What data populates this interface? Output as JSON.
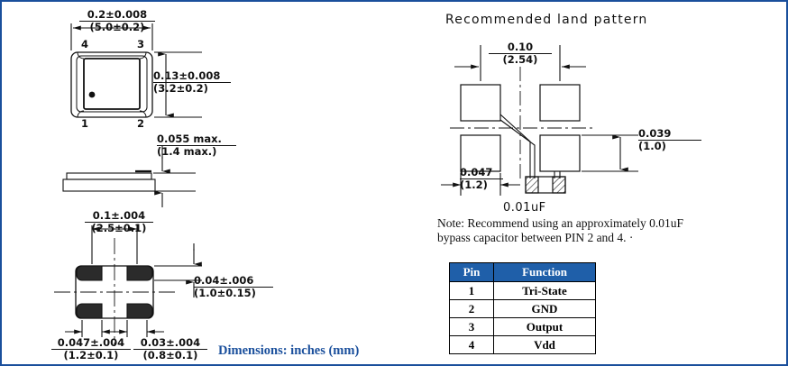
{
  "caption": {
    "dimensions_note": "Dimensions: inches (mm)",
    "accent_color": "#1a4f9c"
  },
  "package_top_view": {
    "width_inch": "0.2±0.008",
    "width_mm": "(5.0±0.2)",
    "height_inch": "0.13±0.008",
    "height_mm": "(3.2±0.2)",
    "pins": [
      "1",
      "2",
      "3",
      "4"
    ]
  },
  "package_side_view": {
    "thickness_inch": "0.055 max.",
    "thickness_mm": "(1.4 max.)"
  },
  "package_bottom_view": {
    "pad_pitch_inch": "0.1±.004",
    "pad_pitch_mm": "(2.5±0.1)",
    "pad_height_inch": "0.04±.006",
    "pad_height_mm": "(1.0±0.15)",
    "pad_a_inch": "0.047±.004",
    "pad_a_mm": "(1.2±0.1)",
    "pad_b_inch": "0.03±.004",
    "pad_b_mm": "(0.8±0.1)"
  },
  "land_pattern": {
    "title": "Recommended land pattern",
    "pitch_inch": "0.10",
    "pitch_mm": "(2.54)",
    "pad_height_inch": "0.039",
    "pad_height_mm": "(1.0)",
    "pad_width_inch": "0.047",
    "pad_width_mm": "(1.2)",
    "capacitor_label": "0.01uF",
    "note_line1": "Note: Recommend using an approximately 0.01uF",
    "note_line2": "bypass capacitor between PIN 2 and 4. ·"
  },
  "pin_table": {
    "headers": [
      "Pin",
      "Function"
    ],
    "rows": [
      {
        "pin": "1",
        "function": "Tri-State"
      },
      {
        "pin": "2",
        "function": "GND"
      },
      {
        "pin": "3",
        "function": "Output"
      },
      {
        "pin": "4",
        "function": "Vdd"
      }
    ],
    "header_bg": "#1f5fa9"
  }
}
